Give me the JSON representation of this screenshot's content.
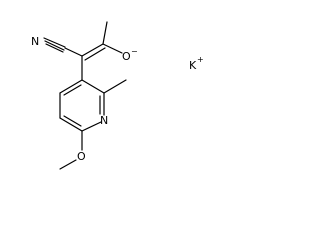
{
  "molecule": {
    "atoms": {
      "nitrile_n": "N",
      "oxygen": "O",
      "oxygen_charge": "−",
      "ring_n": "N",
      "methoxy_o": "O",
      "counter_ion": "K",
      "counter_ion_charge": "+"
    }
  }
}
